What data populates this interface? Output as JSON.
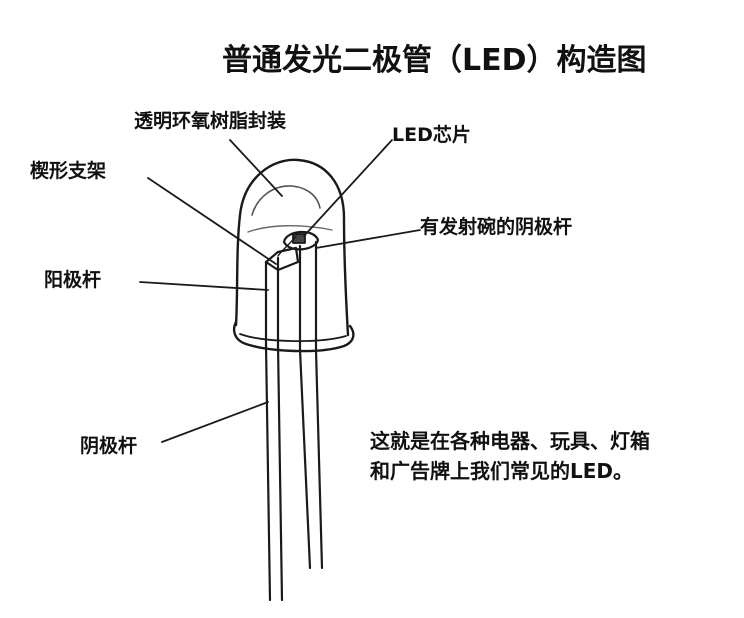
{
  "title": "普通发光二极管（LED）构造图",
  "labels": {
    "epoxy": "透明环氧树脂封装",
    "chip": "LED芯片",
    "wedge": "楔形支架",
    "cathode_cup": "有发射碗的阴极杆",
    "anode": "阳极杆",
    "cathode": "阴极杆"
  },
  "note": {
    "line1": "这就是在各种电器、玩具、灯箱",
    "line2": "和广告牌上我们常见的LED。"
  }
}
